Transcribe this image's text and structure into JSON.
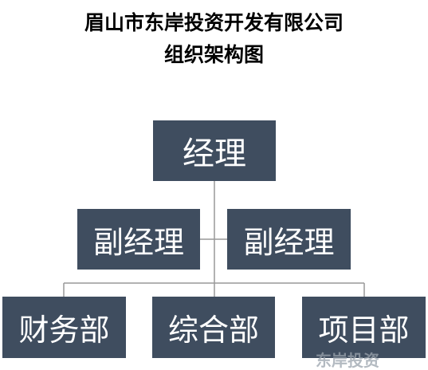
{
  "title": {
    "line1": "眉山市东岸投资开发有限公司",
    "line2": "组织架构图"
  },
  "org_chart": {
    "top": "经理",
    "deputies": [
      "副经理",
      "副经理"
    ],
    "departments": [
      "财务部",
      "综合部",
      "项目部"
    ]
  },
  "watermark": {
    "text": "东岸投资"
  },
  "colors": {
    "box_fill": "#3f4d5f",
    "box_text": "#ffffff",
    "connector": "#999999"
  }
}
